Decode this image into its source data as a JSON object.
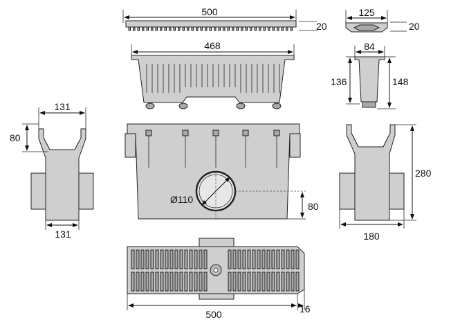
{
  "dimensions": {
    "top_grate_length": "500",
    "top_grate_height": "20",
    "top_grate_width": "125",
    "top_grate_end_height": "20",
    "basket_length": "468",
    "basket_width": "84",
    "basket_depth": "136",
    "basket_total_depth": "148",
    "left_top_width": "131",
    "left_rim_depth": "80",
    "left_bottom_width": "131",
    "pipe_diameter": "Ø110",
    "outlet_height": "80",
    "right_height": "280",
    "right_width": "180",
    "bottom_length": "500",
    "bottom_height": "16"
  }
}
